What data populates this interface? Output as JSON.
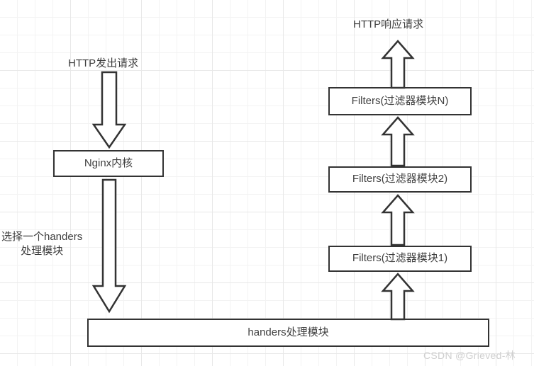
{
  "diagram": {
    "title_watermark": "CSDN @Grieved-林",
    "nodes": [
      {
        "id": "nginx-core",
        "label": "Nginx内核"
      },
      {
        "id": "handers",
        "label": "handers处理模块"
      },
      {
        "id": "filter-1",
        "label": "Filters(过滤器模块1)"
      },
      {
        "id": "filter-2",
        "label": "Filters(过滤器模块2)"
      },
      {
        "id": "filter-n",
        "label": "Filters(过滤器模块N)"
      }
    ],
    "labels": [
      {
        "id": "http-request",
        "text": "HTTP发出请求"
      },
      {
        "id": "http-response",
        "text": "HTTP响应请求"
      },
      {
        "id": "select-handler-line1",
        "text": "选择一个handers"
      },
      {
        "id": "select-handler-line2",
        "text": "处理模块"
      }
    ],
    "arrows": [
      {
        "id": "request-to-nginx",
        "direction": "down"
      },
      {
        "id": "nginx-to-handers",
        "direction": "down"
      },
      {
        "id": "handers-to-filter-1",
        "direction": "up"
      },
      {
        "id": "filter-1-to-2",
        "direction": "up"
      },
      {
        "id": "filter-2-to-n",
        "direction": "up"
      },
      {
        "id": "filter-n-to-response",
        "direction": "up"
      }
    ],
    "colors": {
      "stroke": "#333333",
      "text": "#404040",
      "grid_minor": "#f3f3f3",
      "grid_major": "#e8e8e8",
      "watermark": "#cfcfcf"
    }
  }
}
